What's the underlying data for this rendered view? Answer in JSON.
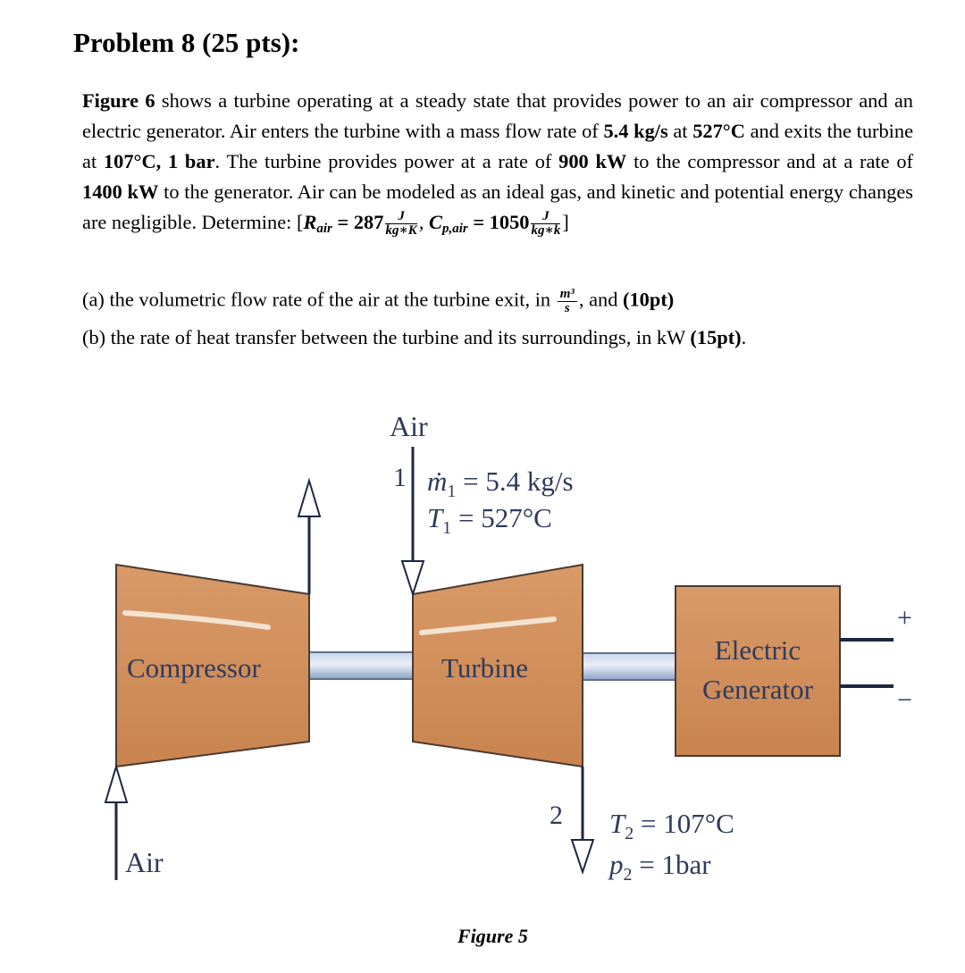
{
  "problem": {
    "title": "Problem 8 (25 pts):",
    "fig_ref": "Figure 6",
    "text_1": " shows a turbine operating at a steady state that provides power to an air compressor and an electric generator. Air enters the turbine with a mass flow rate of ",
    "mass_flow": "5.4 kg/s",
    "text_2": " at ",
    "inlet_temp": "527°C",
    "text_3": " and exits the turbine at ",
    "exit_state": "107°C, 1 bar",
    "text_4": ". The turbine provides power at a rate of ",
    "power_compressor": "900 kW",
    "text_5": " to the compressor and at a rate of ",
    "power_generator": "1400 kW",
    "text_6": " to the generator. Air can be modeled as an ideal gas, and kinetic and potential energy changes are negligible. Determine: [",
    "r_symbol": "R",
    "r_sub": "air",
    "r_value": " = 287",
    "r_unit_num": "J",
    "r_unit_den": "kg∗K",
    "comma": ", ",
    "cp_symbol": "C",
    "cp_sub": "p,air",
    "cp_value": " = 1050",
    "cp_unit_num": "J",
    "cp_unit_den": "kg∗k",
    "close": "]"
  },
  "questions": {
    "a_text": "(a) the volumetric flow rate of the air at the turbine exit, in ",
    "a_unit_num": "m³",
    "a_unit_den": "s",
    "a_mid": ", and ",
    "a_pts": "(10pt)",
    "b_text": "(b) the rate of heat transfer between the turbine and its surroundings, in kW ",
    "b_pts": "(15pt)",
    "b_end": "."
  },
  "figure": {
    "air_top": "Air",
    "state1_num": "1",
    "m1_label": "ṁ",
    "m1_sub": "1",
    "m1_value": " = 5.4 kg/s",
    "t1_label": "T",
    "t1_sub": "1",
    "t1_value": " = 527°C",
    "compressor_label": "Compressor",
    "turbine_label": "Turbine",
    "generator_line1": "Electric",
    "generator_line2": "Generator",
    "plus_sign": "+",
    "minus_sign": "−",
    "state2_num": "2",
    "t2_label": "T",
    "t2_sub": "2",
    "t2_value": " = 107°C",
    "p2_label": "p",
    "p2_sub": "2",
    "p2_value": " = 1bar",
    "air_bottom": "Air",
    "caption": "Figure 5"
  },
  "colors": {
    "machine_fill": "#d08f5e",
    "machine_stroke": "#4a3a30",
    "shaft_fill": "#9fb3d3",
    "label_color": "#2f3a5c"
  }
}
